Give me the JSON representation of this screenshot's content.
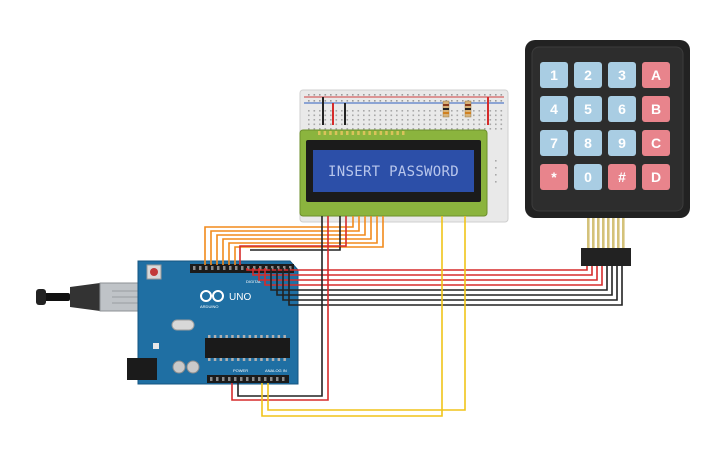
{
  "lcd": {
    "text": "INSERT PASSWORD"
  },
  "keypad": {
    "keys": [
      [
        "1",
        "2",
        "3",
        "A"
      ],
      [
        "4",
        "5",
        "6",
        "B"
      ],
      [
        "7",
        "8",
        "9",
        "C"
      ],
      [
        "*",
        "0",
        "#",
        "D"
      ]
    ],
    "colors": {
      "digit": "#a9cde3",
      "letter": "#e8848c",
      "frame": "#222222"
    }
  },
  "arduino": {
    "logo_text": "UNO",
    "brand_text": "ARDUINO",
    "digital_label": "DIGITAL",
    "power_label": "POWER",
    "analog_label": "ANALOG IN",
    "board_color": "#1f6fa3"
  },
  "breadboard": {
    "led_colors": [
      "#2fa33a",
      "#c0272d"
    ]
  },
  "wire_colors": {
    "orange": "#f28a1c",
    "red": "#d52b2b",
    "black": "#222222",
    "yellow": "#f0c419"
  }
}
